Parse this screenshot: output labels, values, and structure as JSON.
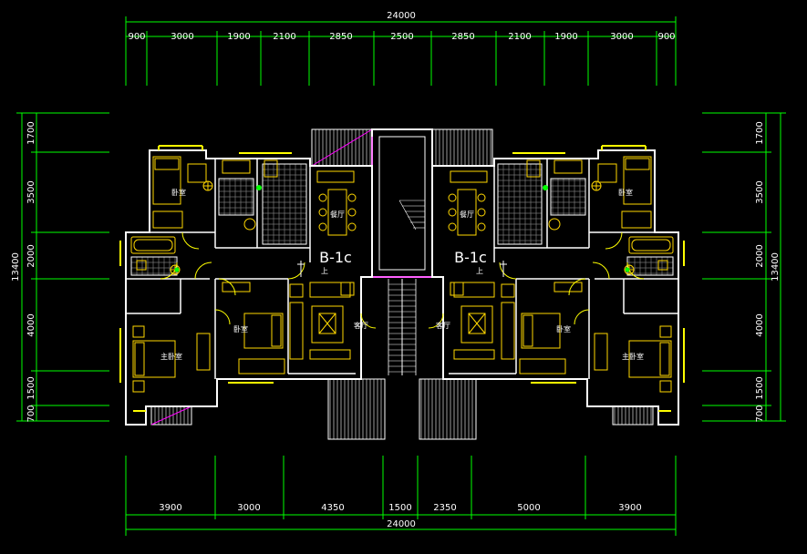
{
  "dimensions": {
    "top_total": "24000",
    "top_segments": [
      "900",
      "3000",
      "1900",
      "2100",
      "2850",
      "2500",
      "2850",
      "2100",
      "1900",
      "3000",
      "900"
    ],
    "bottom_total": "24000",
    "bottom_segments": [
      "3900",
      "3000",
      "4350",
      "1500",
      "2350",
      "5000",
      "3900"
    ],
    "left_total": "13400",
    "left_segments": [
      "1700",
      "3500",
      "2000",
      "4000",
      "1500",
      "700"
    ],
    "right_total": "13400",
    "right_segments": [
      "1700",
      "3500",
      "2000",
      "4000",
      "1500",
      "700"
    ]
  },
  "units": [
    {
      "label": "B-1c",
      "stair_note": "上",
      "rooms": {
        "bedroom_top": "卧室",
        "dining": "餐厅",
        "bedroom_mid": "卧室",
        "living": "客厅",
        "master_bedroom": "主卧室"
      }
    },
    {
      "label": "B-1c",
      "stair_note": "上",
      "rooms": {
        "bedroom_top": "卧室",
        "dining": "餐厅",
        "bedroom_mid": "卧室",
        "living": "客厅",
        "master_bedroom": "主卧室"
      }
    }
  ],
  "colors": {
    "background": "#000000",
    "dimension_lines": "#00ff00",
    "walls": "#ffffff",
    "furniture": "#ffd700",
    "windows": "#ffff00",
    "accent_lines": "#ff00ff",
    "hatch": "#9a9a9a",
    "text": "#ffffff"
  }
}
